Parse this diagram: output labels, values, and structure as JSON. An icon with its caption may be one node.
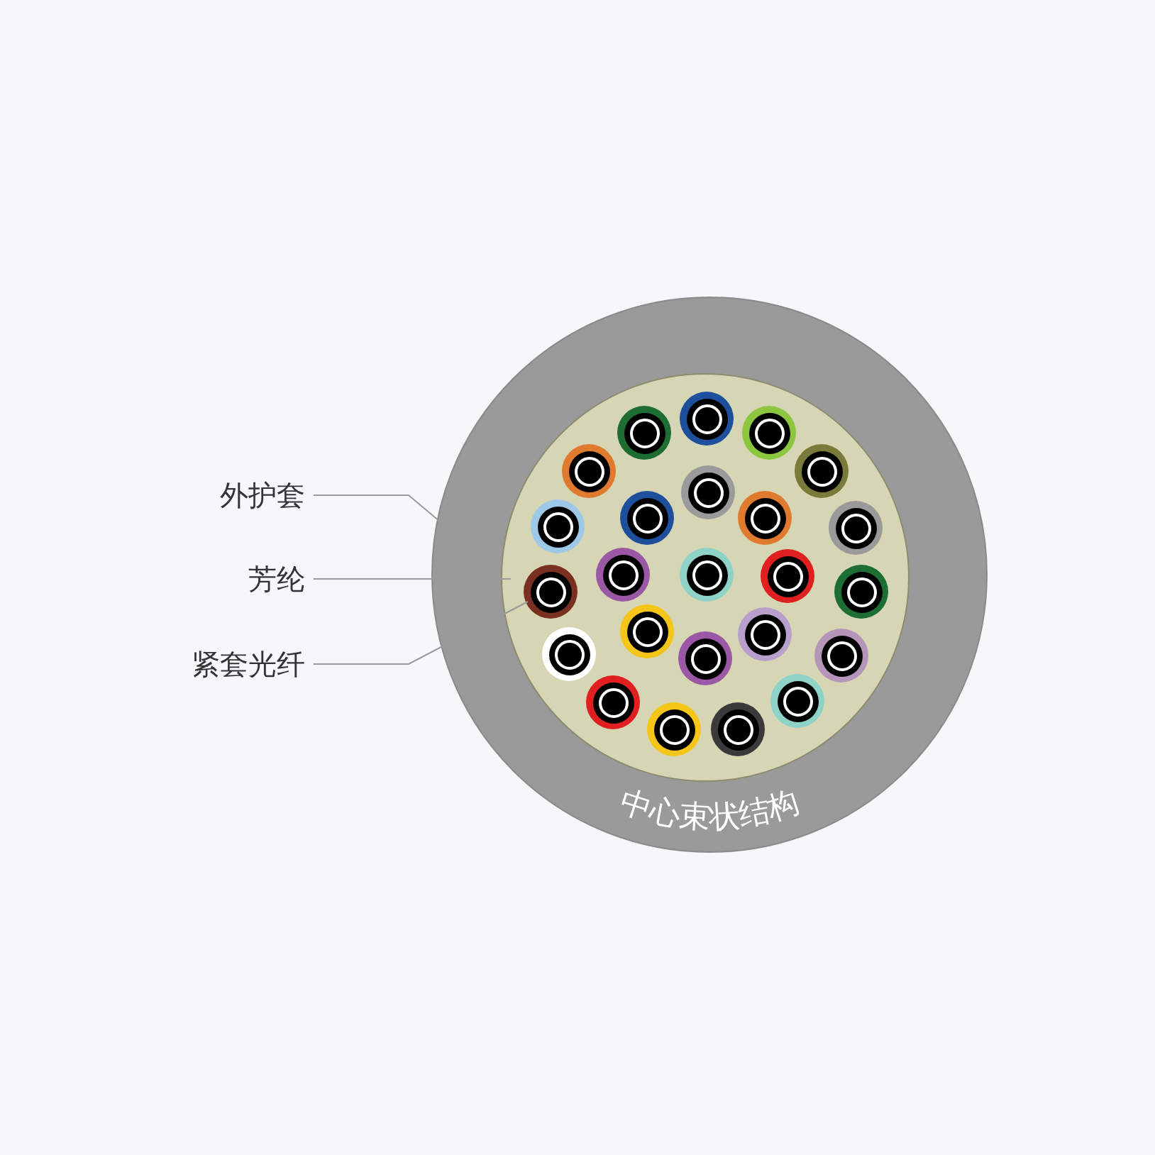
{
  "diagram": {
    "nodes": [
      {
        "text": [
          "外护套"
        ]
      },
      {
        "text": [
          "芳纶"
        ]
      },
      {
        "text": [
          "紧套光纤"
        ]
      },
      {
        "text": [],
        "shape": "circle"
      },
      {
        "text": [],
        "shape": "circle",
        "in": 3
      },
      {
        "text": [],
        "shape": "circle",
        "in": 4
      },
      {
        "text": [],
        "shape": "circle",
        "in": 4
      },
      {
        "text": [],
        "shape": "circle",
        "in": 4
      },
      {
        "text": [],
        "shape": "circle",
        "in": 4
      },
      {
        "text": [],
        "shape": "circle",
        "in": 4
      },
      {
        "text": [],
        "shape": "circle",
        "in": 4
      },
      {
        "text": [],
        "shape": "circle",
        "in": 4
      },
      {
        "text": [],
        "shape": "circle",
        "in": 4
      },
      {
        "text": [],
        "shape": "circle",
        "in": 4
      },
      {
        "text": [],
        "shape": "circle",
        "in": 4
      },
      {
        "text": [],
        "shape": "circle",
        "in": 4
      },
      {
        "text": [],
        "shape": "circle",
        "in": 4
      },
      {
        "text": [],
        "shape": "circle",
        "in": 4
      },
      {
        "text": [],
        "shape": "circle",
        "in": 4
      },
      {
        "text": [],
        "shape": "circle",
        "in": 4
      },
      {
        "text": [],
        "shape": "circle",
        "in": 4
      },
      {
        "text": [],
        "shape": "circle",
        "in": 4
      },
      {
        "text": [],
        "shape": "circle",
        "in": 4
      },
      {
        "text": [],
        "shape": "circle",
        "in": 4
      },
      {
        "text": [],
        "shape": "circle",
        "in": 4
      },
      {
        "text": [],
        "shape": "circle",
        "in": 4
      },
      {
        "text": [],
        "shape": "circle",
        "in": 4
      },
      {
        "text": [],
        "shape": "circle",
        "in": 4
      },
      {
        "text": [],
        "shape": "circle",
        "in": 4
      }
    ],
    "edges": [
      {
        "from": 0,
        "to": 3,
        "arrow": "none"
      },
      {
        "from": 1,
        "to": 4,
        "arrow": "none"
      },
      {
        "from": 2,
        "to": 15,
        "arrow": "none"
      }
    ],
    "labels": [
      "中心束状结构"
    ]
  }
}
